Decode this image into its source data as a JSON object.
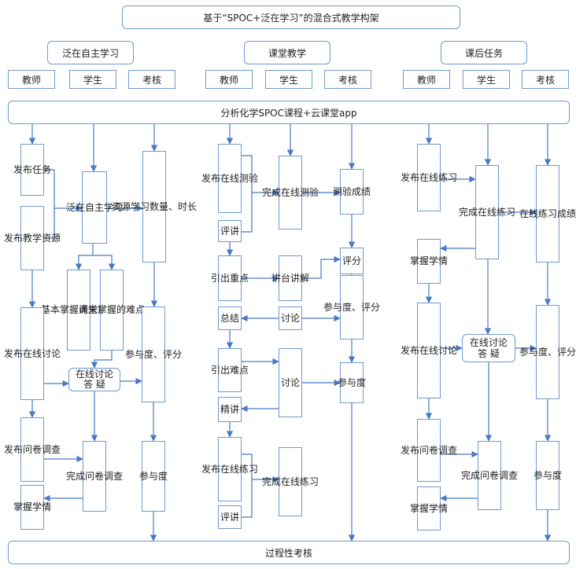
{
  "title": "基于“SPOC+泛在学习”的混合式教学构架",
  "platform": "分析化学SPOC课程+云课堂app",
  "footer": "过程性考核",
  "phases": [
    "泛在自主学习",
    "课堂教学",
    "课后任务"
  ],
  "roles": [
    "教师",
    "学生",
    "考核"
  ],
  "col1": {
    "publish_task": "发布任务",
    "publish_resources": "发布教学资源",
    "self_study": "泛在自主学习",
    "study_stats": "资源学习数量、时长",
    "mastered_points": "基本掌握课堂重点",
    "unmastered_points": "尚未掌握的难点",
    "publish_discussion": "发布在线讨论",
    "online_discussion_qa": [
      "在线讨论",
      "答 疑"
    ],
    "participation_score": "参与度、评分",
    "publish_survey": "发布问卷调查",
    "complete_survey": "完成问卷调查",
    "participation": "参与度",
    "grasp_situation": "掌握学情"
  },
  "col2": {
    "publish_test": "发布在线测验",
    "comment": "评讲",
    "complete_test": "完成在线测验",
    "test_score": "测验成绩",
    "lead_key_points": "引出重点",
    "podium_explain": "讲台讲解",
    "score": "评分",
    "summary": "总结",
    "discussion": "讨论",
    "participation_score": "参与度、评分",
    "lead_difficulties": "引出难点",
    "discussion2": "讨论",
    "participation": "参与度",
    "intensive_explain": "精讲",
    "publish_practice": "发布在线练习",
    "comment2": "评讲",
    "complete_practice": "完成在线练习"
  },
  "col3": {
    "publish_practice": "发布在线练习",
    "complete_practice": "完成在线练习",
    "practice_score": "在线练习成绩",
    "grasp_situation": "掌握学情",
    "publish_discussion": "发布在线讨论",
    "online_discussion_qa": [
      "在线讨论",
      "答 疑"
    ],
    "participation_score": "参与度、评分",
    "publish_survey": "发布问卷调查",
    "complete_survey": "完成问卷调查",
    "participation": "参与度",
    "grasp_situation2": "掌握学情"
  },
  "colors": {
    "border": "#6f9ad0",
    "arrow": "#4a79c4",
    "text": "#222222"
  }
}
